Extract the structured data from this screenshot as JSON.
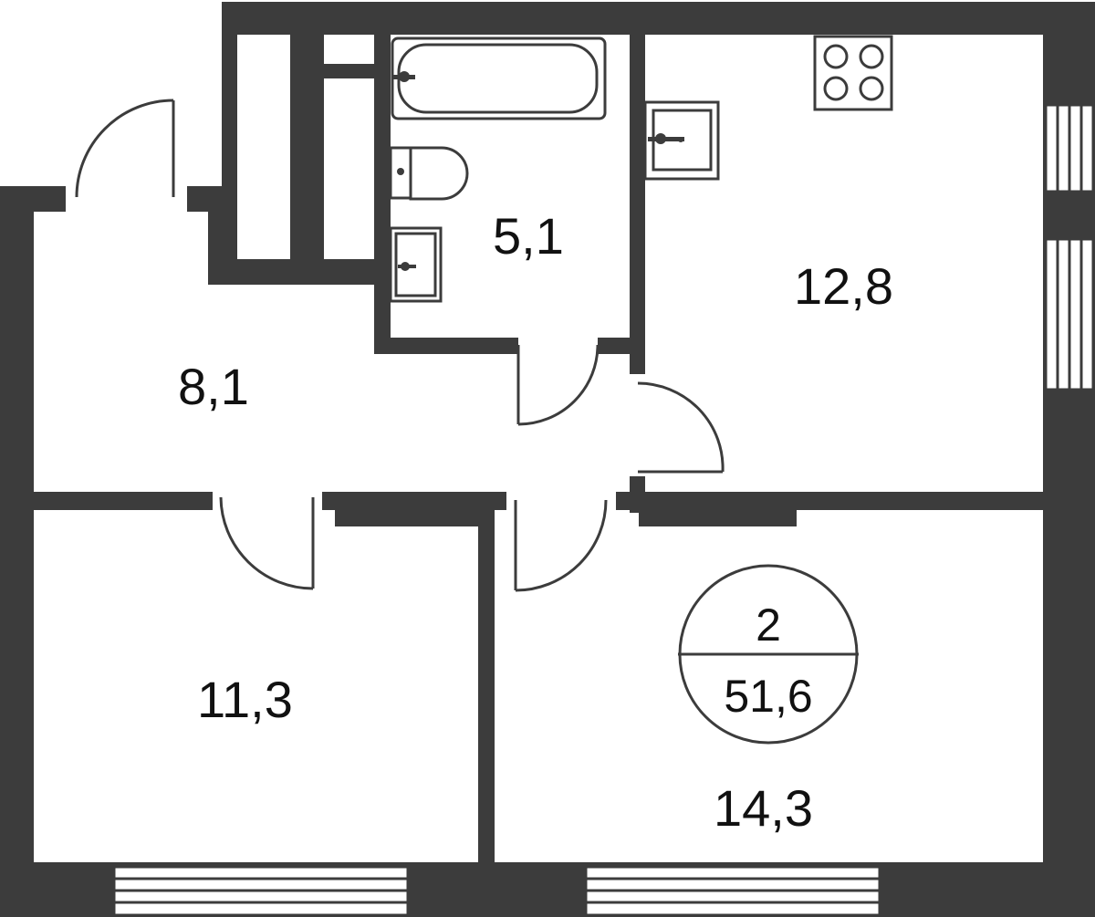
{
  "rooms": {
    "bathroom_area": "5,1",
    "kitchen_area": "12,8",
    "hallway_area": "8,1",
    "bedroom_area": "11,3",
    "living_area": "14,3"
  },
  "badge": {
    "room_count": "2",
    "total_area": "51,6"
  },
  "colors": {
    "wall": "#3c3c3c",
    "background": "#ffffff",
    "text": "#111111"
  }
}
